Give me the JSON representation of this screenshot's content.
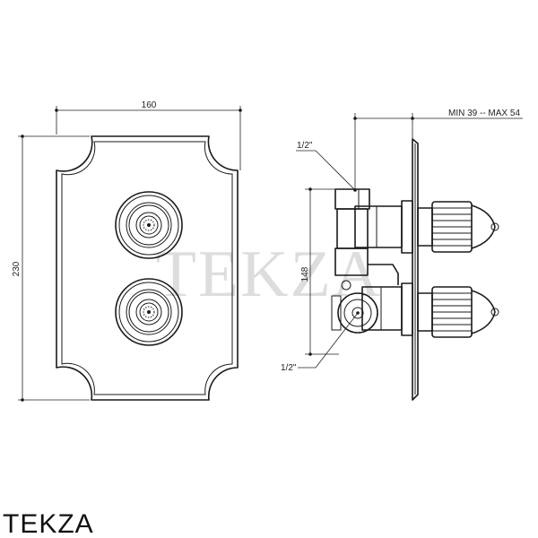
{
  "dimensions": {
    "width": "160",
    "height": "230",
    "depth_range": "MIN 39 -- MAX 54",
    "centers": "148",
    "inlet_top": "1/2\"",
    "inlet_bottom": "1/2\""
  },
  "brand": {
    "watermark": "TEKZA",
    "logo": "TEKZA"
  }
}
